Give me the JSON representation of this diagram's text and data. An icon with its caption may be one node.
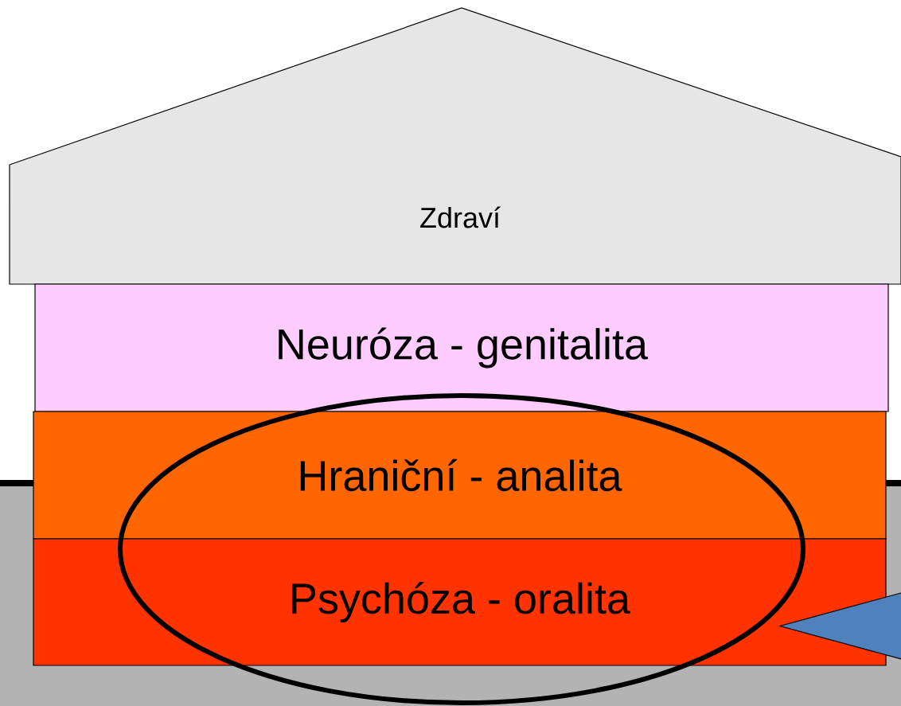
{
  "diagram": {
    "nodes": [
      {
        "text": [
          "Zdraví"
        ]
      },
      {
        "text": [
          "Neuróza - genitalita"
        ]
      },
      {
        "text": [
          "Hraniční - analita"
        ]
      },
      {
        "text": [
          "Psychóza - oralita"
        ]
      },
      {
        "text": [],
        "shape": "ellipse"
      },
      {
        "text": [],
        "shape": "triangle"
      }
    ]
  }
}
